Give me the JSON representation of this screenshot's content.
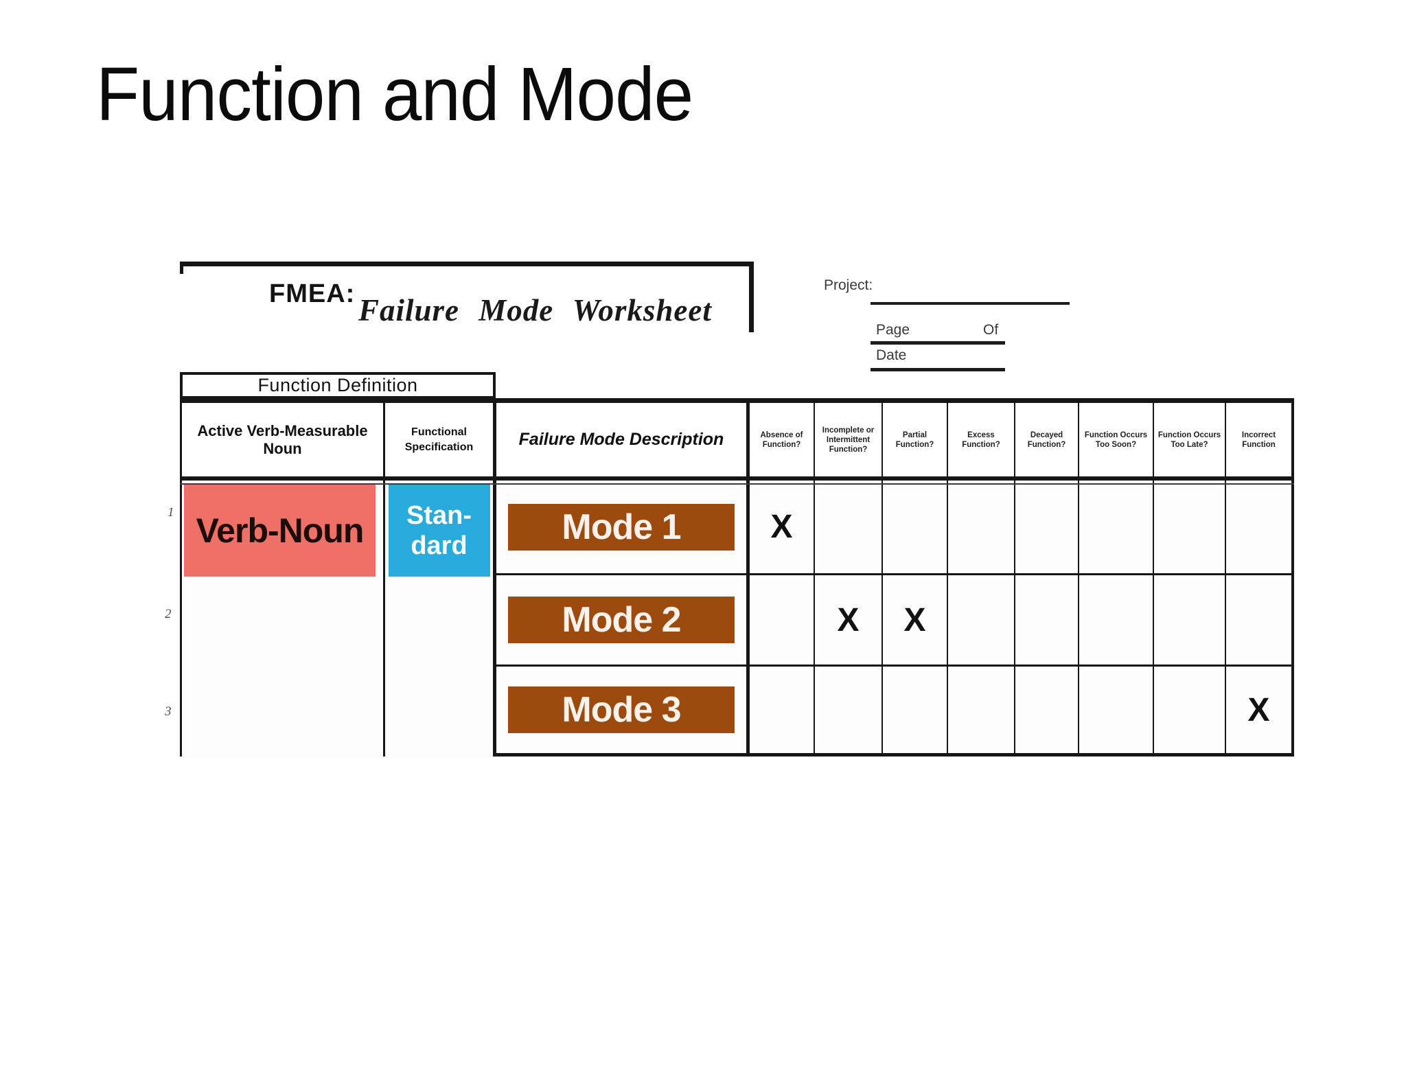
{
  "slide_title": "Function and Mode",
  "form": {
    "label": "FMEA:",
    "title": "Failure Mode Worksheet",
    "project_label": "Project:",
    "page_label": "Page",
    "of_label": "Of",
    "date_label": "Date"
  },
  "table": {
    "group_header": "Function Definition",
    "col_function": "Active Verb-Measurable Noun",
    "col_spec": "Functional\nSpecification",
    "col_failure": "Failure Mode Description",
    "mode_columns": [
      {
        "label": "Absence of Function?"
      },
      {
        "label": "Incomplete or Intermittent Function?"
      },
      {
        "label": "Partial Function?"
      },
      {
        "label": "Excess Function?"
      },
      {
        "label": "Decayed Function?"
      },
      {
        "label": "Function Occurs Too Soon?"
      },
      {
        "label": "Function Occurs Too Late?"
      },
      {
        "label": "Incorrect Function"
      }
    ],
    "function_value": "Verb-Noun",
    "spec_value": "Stan-\ndard",
    "rows": [
      {
        "num": "1",
        "mode": "Mode 1",
        "marks": [
          "X",
          "",
          "",
          "",
          "",
          "",
          "",
          ""
        ]
      },
      {
        "num": "2",
        "mode": "Mode 2",
        "marks": [
          "",
          "X",
          "X",
          "",
          "",
          "",
          "",
          ""
        ]
      },
      {
        "num": "3",
        "mode": "Mode 3",
        "marks": [
          "",
          "",
          "",
          "",
          "",
          "",
          "",
          "X"
        ]
      }
    ]
  },
  "colors": {
    "function_cell_bg": "#ee7066",
    "spec_cell_bg": "#29aadc",
    "mode_bar_bg": "#9d4a0e",
    "text": "#111111"
  }
}
